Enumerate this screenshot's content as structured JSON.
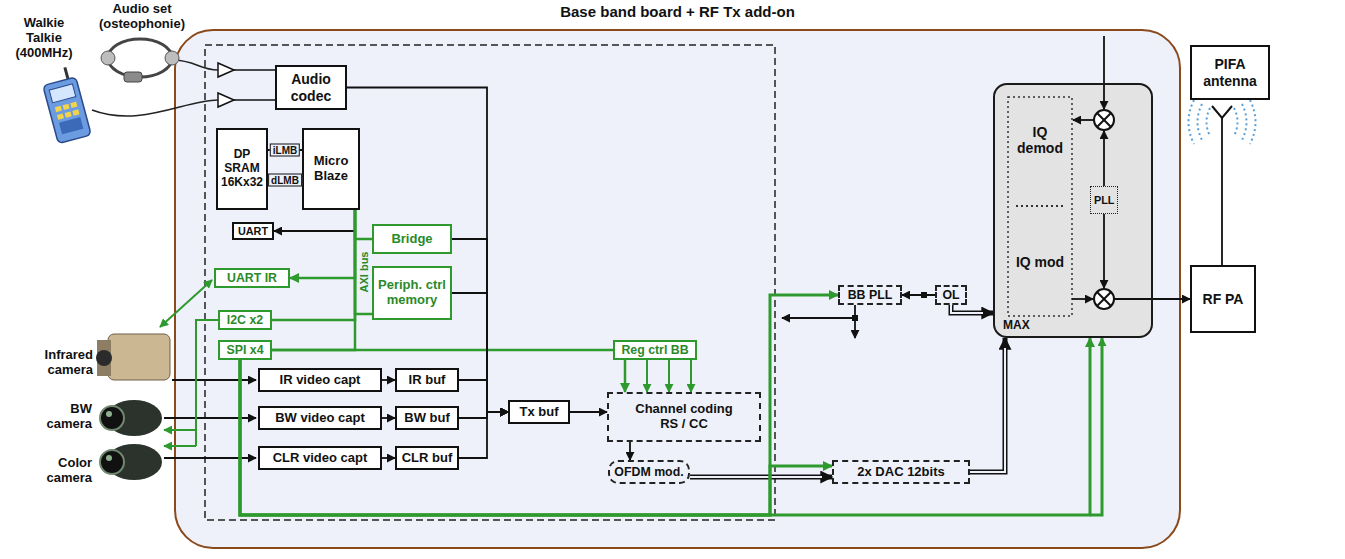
{
  "diagram": {
    "nodes": [
      {
        "text": [
          "Base band board + RF Tx add-on"
        ]
      },
      {
        "text": [
          "Audio codec"
        ],
        "in": 0
      },
      {
        "text": [
          "DP SRAM 16Kx32"
        ],
        "in": 0
      },
      {
        "text": [
          "Micro Blaze"
        ],
        "in": 0
      },
      {
        "text": [
          "UART"
        ],
        "in": 0
      },
      {
        "text": [
          "Bridge"
        ],
        "in": 0
      },
      {
        "text": [
          "UART IR"
        ],
        "in": 0
      },
      {
        "text": [
          "Periph. ctrl memory"
        ],
        "in": 0
      },
      {
        "text": [
          "I2C x2"
        ],
        "in": 0
      },
      {
        "text": [
          "SPI x4"
        ],
        "in": 0
      },
      {
        "text": [
          "Reg ctrl BB"
        ],
        "in": 0
      },
      {
        "text": [
          "IR video capt"
        ],
        "in": 0
      },
      {
        "text": [
          "IR buf"
        ],
        "in": 0
      },
      {
        "text": [
          "BW video capt"
        ],
        "in": 0
      },
      {
        "text": [
          "BW buf"
        ],
        "in": 0
      },
      {
        "text": [
          "Tx buf"
        ],
        "in": 0
      },
      {
        "text": [
          "Channel coding",
          "RS / CC"
        ],
        "in": 0
      },
      {
        "text": [
          "CLR video capt"
        ],
        "in": 0
      },
      {
        "text": [
          "CLR buf"
        ],
        "in": 0
      },
      {
        "text": [
          "OFDM mod."
        ],
        "in": 0
      },
      {
        "text": [
          "BB PLL"
        ],
        "in": 0
      },
      {
        "text": [
          "OL"
        ],
        "in": 0
      },
      {
        "text": [
          "2x DAC 12bits"
        ],
        "in": 0
      },
      {
        "text": [
          "MAX"
        ],
        "in": 0
      },
      {
        "text": [
          "IQ demod"
        ],
        "in": 23
      },
      {
        "text": [
          "PLL"
        ],
        "in": 23
      },
      {
        "text": [
          "IQ mod"
        ],
        "in": 23
      },
      {
        "text": [
          "PIFA antenna"
        ]
      },
      {
        "text": [
          "RF PA"
        ]
      }
    ],
    "edges": [
      {
        "from": 1,
        "to": 15,
        "arrow": "to"
      },
      {
        "from": 2,
        "to": 3,
        "label": "iLMB",
        "arrow": "none"
      },
      {
        "from": 2,
        "to": 3,
        "label": "dLMB",
        "arrow": "none"
      },
      {
        "from": 3,
        "to": 4,
        "arrow": "to"
      },
      {
        "from": 3,
        "to": 5,
        "arrow": "none"
      },
      {
        "from": 3,
        "to": 6,
        "arrow": "to"
      },
      {
        "from": 3,
        "to": 7,
        "arrow": "none"
      },
      {
        "from": 3,
        "to": 8,
        "arrow": "none"
      },
      {
        "from": 3,
        "to": 9,
        "arrow": "none"
      },
      {
        "from": 9,
        "to": 10,
        "arrow": "none"
      },
      {
        "from": 5,
        "to": 15,
        "arrow": "to"
      },
      {
        "from": 7,
        "to": 15,
        "arrow": "to"
      },
      {
        "from": 12,
        "to": 15,
        "arrow": "to"
      },
      {
        "from": 14,
        "to": 15,
        "arrow": "to"
      },
      {
        "from": 18,
        "to": 15,
        "arrow": "to"
      },
      {
        "from": 11,
        "to": 12,
        "arrow": "to"
      },
      {
        "from": 13,
        "to": 14,
        "arrow": "to"
      },
      {
        "from": 17,
        "to": 18,
        "arrow": "to"
      },
      {
        "from": 15,
        "to": 16,
        "arrow": "to"
      },
      {
        "from": 10,
        "to": 16,
        "arrow": "to"
      },
      {
        "from": 16,
        "to": 19,
        "arrow": "to"
      },
      {
        "from": 19,
        "to": 22,
        "arrow": "to"
      },
      {
        "from": 22,
        "to": 23,
        "arrow": "to"
      },
      {
        "from": 9,
        "to": 20,
        "arrow": "to"
      },
      {
        "from": 9,
        "to": 22,
        "arrow": "to"
      },
      {
        "from": 9,
        "to": 23,
        "arrow": "to"
      },
      {
        "from": 21,
        "to": 20,
        "arrow": "to"
      },
      {
        "from": 21,
        "to": 23,
        "arrow": "to"
      },
      {
        "from": 23,
        "to": 28,
        "arrow": "to"
      }
    ],
    "labels": [
      "Audio set (osteophonie)",
      "Walkie Talkie (400MHz)",
      "Infrared camera",
      "BW camera",
      "Color camera",
      "AXI bus"
    ]
  }
}
